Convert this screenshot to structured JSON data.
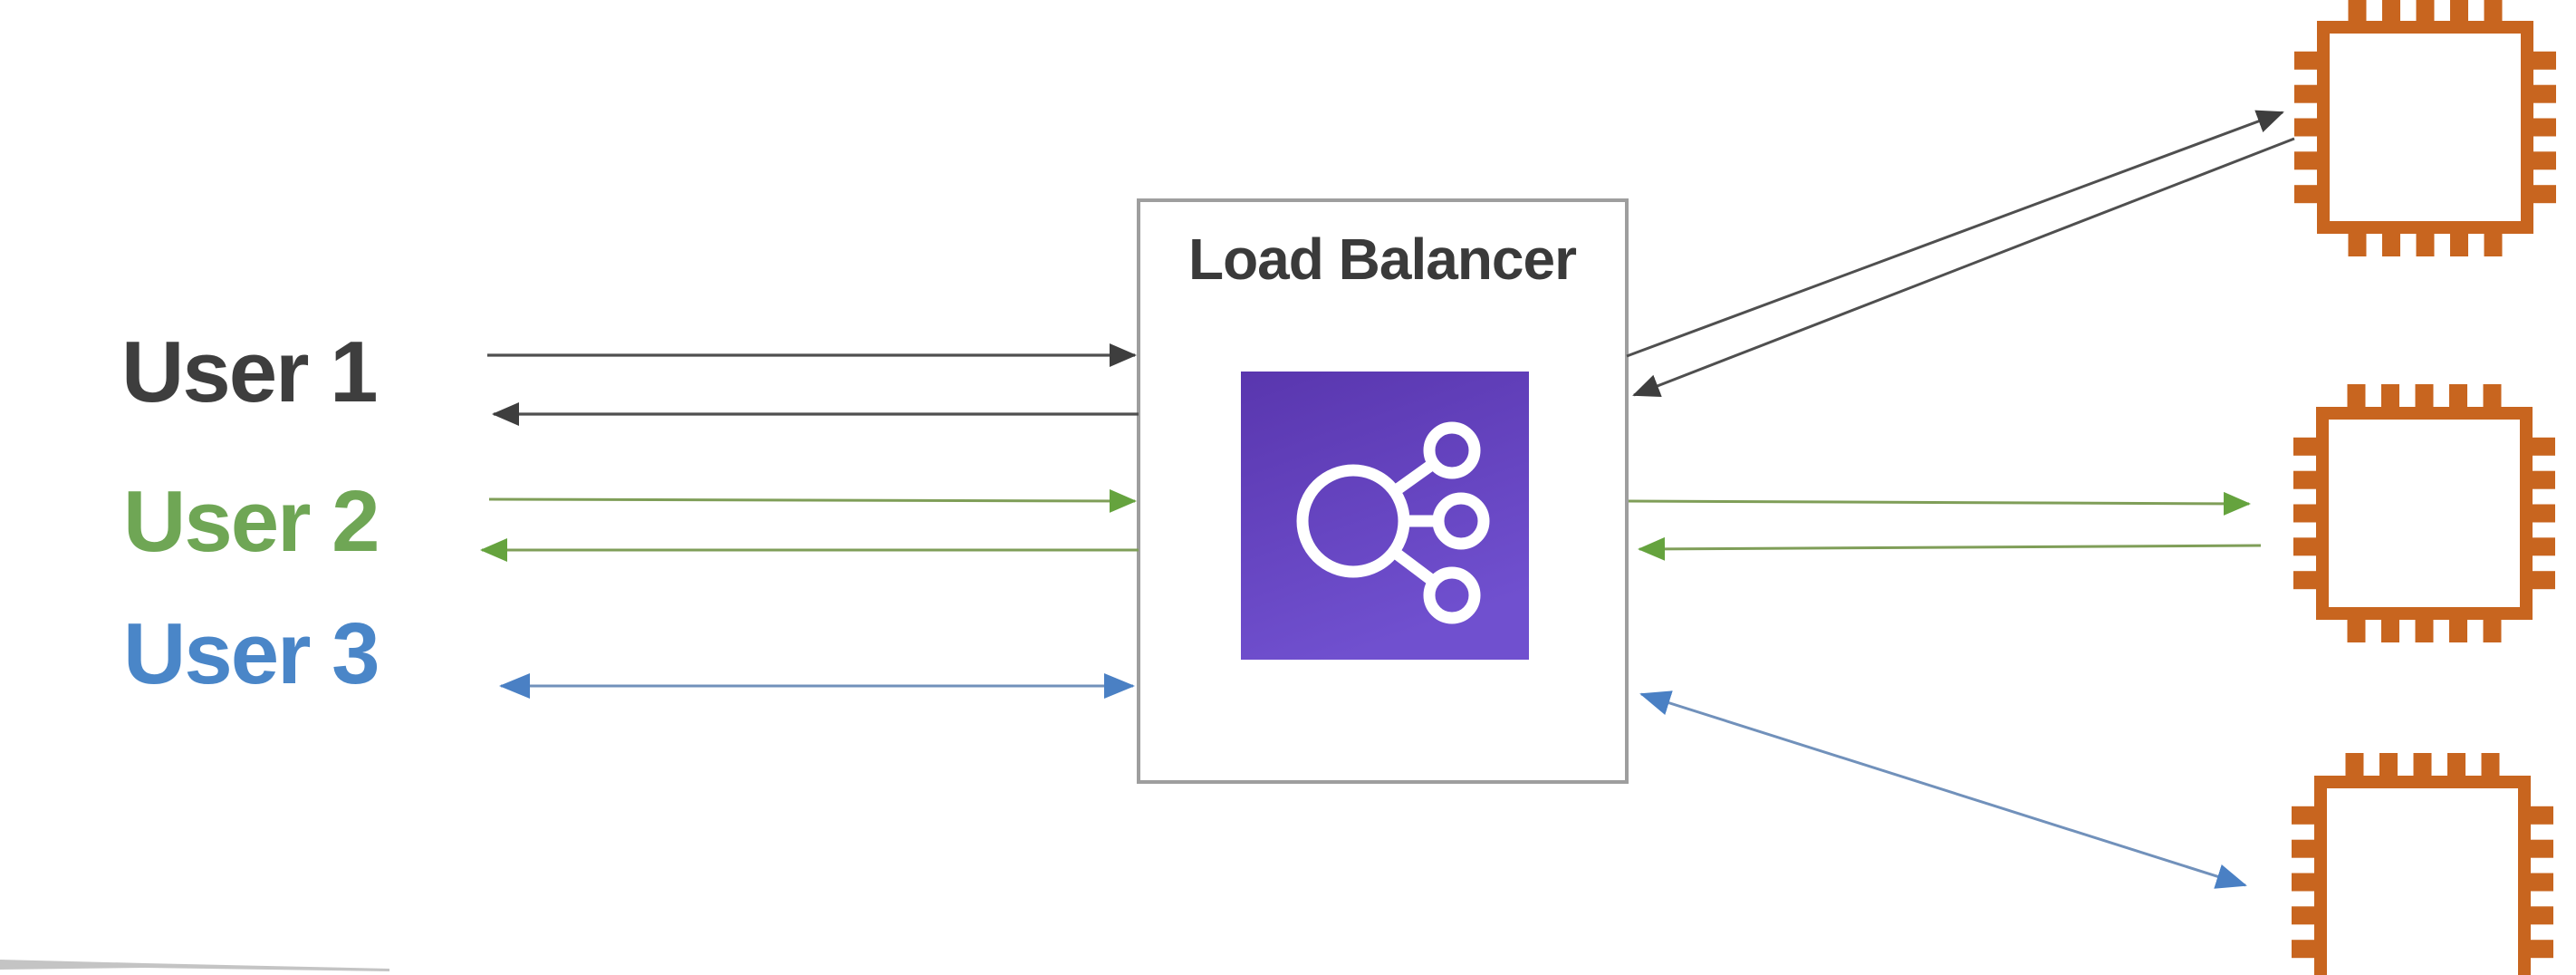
{
  "diagram": {
    "background": "#ffffff",
    "users": [
      {
        "label": "User 1",
        "color": "#3e3e3e"
      },
      {
        "label": "User 2",
        "color": "#6fa655"
      },
      {
        "label": "User 3",
        "color": "#4a86c8"
      }
    ],
    "load_balancer": {
      "label": "Load Balancer",
      "label_color": "#3a3a3a",
      "icon": "elastic-load-balancer-icon",
      "icon_gradient_top": "#5936ae",
      "icon_gradient_bottom": "#7050cf",
      "icon_stroke": "#ffffff",
      "box_border": "#9e9e9e",
      "box_fill": "#ffffff"
    },
    "servers": [
      {
        "icon": "cpu-chip-icon"
      },
      {
        "icon": "cpu-chip-icon"
      },
      {
        "icon": "cpu-chip-icon"
      }
    ],
    "server_icon_color": "#c8651f",
    "arrows": {
      "dark_line": "#4f4f4f",
      "dark_head": "#3e3e3e",
      "green_line": "#7f9e58",
      "green_head": "#65a33e",
      "blue_line": "#7191bb",
      "blue_head": "#4a80c4"
    },
    "artifact_color": "#8a8a8a"
  }
}
